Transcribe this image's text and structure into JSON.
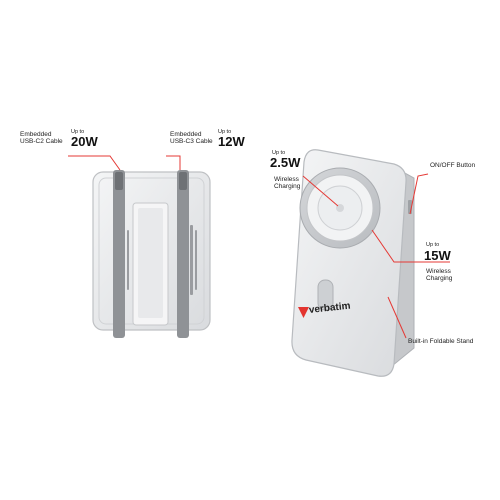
{
  "left_product": {
    "usb_c2": {
      "label_line1": "Embedded",
      "label_line2": "USB-C2 Cable",
      "up_to": "Up to",
      "watt": "20W"
    },
    "usb_c3": {
      "label_line1": "Embedded",
      "label_line2": "USB-C3 Cable",
      "up_to": "Up to",
      "watt": "12W"
    }
  },
  "right_product": {
    "wireless_left": {
      "up_to": "Up to",
      "watt": "2.5W",
      "line1": "Wireless",
      "line2": "Charging"
    },
    "wireless_right": {
      "up_to": "Up to",
      "watt": "15W",
      "line1": "Wireless",
      "line2": "Charging"
    },
    "onoff_label": "ON/OFF Button",
    "stand_label": "Built-in Foldable Stand",
    "brand": "verbatim"
  },
  "colors": {
    "callout_line": "#e53935",
    "device_body": "#e9eaec",
    "device_edge": "#c9cbce",
    "cable_gray": "#8f9296",
    "brand_red": "#e3342f"
  }
}
